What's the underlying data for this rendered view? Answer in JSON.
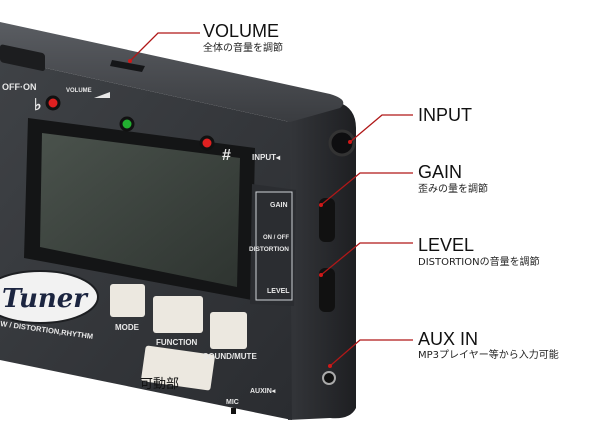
{
  "device": {
    "switch_label": "OFF·ON",
    "flat_symbol": "♭",
    "sharp_symbol": "#",
    "volume_label": "VOLUME",
    "input_label": "INPUT◂",
    "gain_label": "GAIN",
    "onoff_label": "ON / OFF",
    "distortion_label": "DISTORTION",
    "level_label": "LEVEL",
    "logo_text": "Tuner",
    "logo_subtext": "W / DISTORTION,RHYTHM",
    "mode_label": "MODE",
    "function_label": "FUNCTION",
    "sound_mute_label": "SOUND/MUTE",
    "auxin_label": "AUXIN◂",
    "mic_label": "MIC",
    "movable_part_label": "可動部",
    "led_colors": {
      "flat": "#e02020",
      "in_tune": "#22b030",
      "sharp": "#e02020"
    }
  },
  "callouts": [
    {
      "title": "VOLUME",
      "description": "全体の音量を調節"
    },
    {
      "title": "INPUT",
      "description": ""
    },
    {
      "title": "GAIN",
      "description": "歪みの量を調節"
    },
    {
      "title": "LEVEL",
      "description": "DISTORTIONの音量を調節"
    },
    {
      "title": "AUX IN",
      "description": "MP3プレイヤー等から入力可能"
    }
  ],
  "callout_color": "#b01818"
}
